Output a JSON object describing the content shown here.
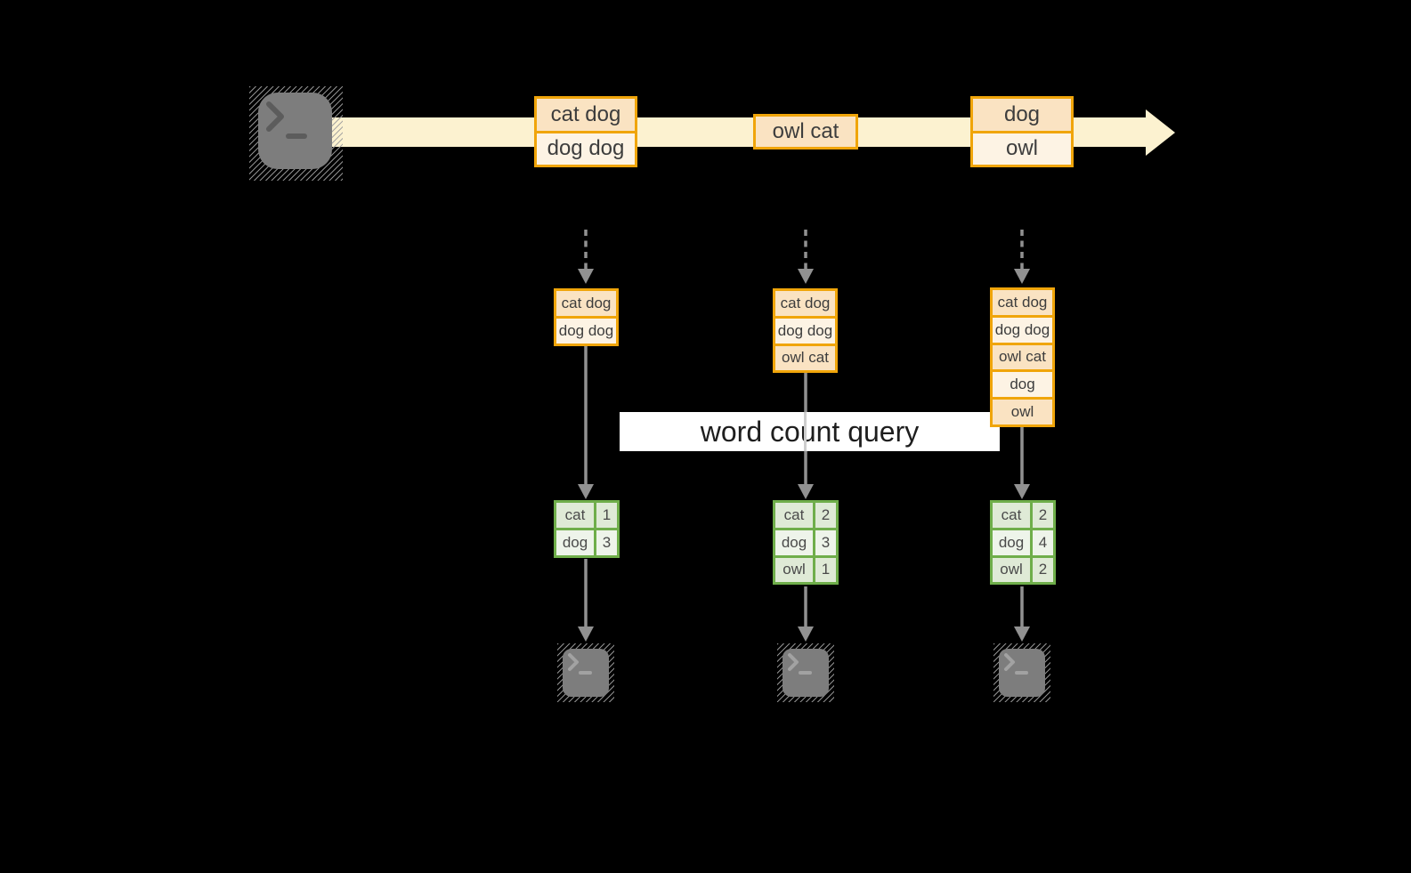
{
  "diagram": {
    "query_label": "word count query",
    "colors": {
      "orange-border": "#f0a50a",
      "orange-cell-dark": "#fae3c2",
      "orange-cell-light": "#fdf3e4",
      "green-border": "#6fae4a",
      "green-cell-dark": "#dfead6",
      "green-cell-light": "#eef4ea",
      "stream-band": "#fcf2d0",
      "arrow-gray": "#919191",
      "terminal-gray": "#7d7d7d",
      "query-bg": "#ffffff",
      "query-text": "#1e1e1e",
      "cell-text": "#3d3d3d"
    },
    "stream": {
      "events": [
        {
          "rows": [
            "cat dog",
            "dog dog"
          ]
        },
        {
          "rows": [
            "owl cat"
          ]
        },
        {
          "rows": [
            "dog",
            "owl"
          ]
        }
      ]
    },
    "states": [
      {
        "rows": [
          "cat dog",
          "dog dog"
        ]
      },
      {
        "rows": [
          "cat dog",
          "dog dog",
          "owl cat"
        ]
      },
      {
        "rows": [
          "cat dog",
          "dog dog",
          "owl cat",
          "dog",
          "owl"
        ]
      }
    ],
    "results": [
      {
        "rows": [
          {
            "word": "cat",
            "count": "1"
          },
          {
            "word": "dog",
            "count": "3"
          }
        ]
      },
      {
        "rows": [
          {
            "word": "cat",
            "count": "2"
          },
          {
            "word": "dog",
            "count": "3"
          },
          {
            "word": "owl",
            "count": "1"
          }
        ]
      },
      {
        "rows": [
          {
            "word": "cat",
            "count": "2"
          },
          {
            "word": "dog",
            "count": "4"
          },
          {
            "word": "owl",
            "count": "2"
          }
        ]
      }
    ]
  }
}
